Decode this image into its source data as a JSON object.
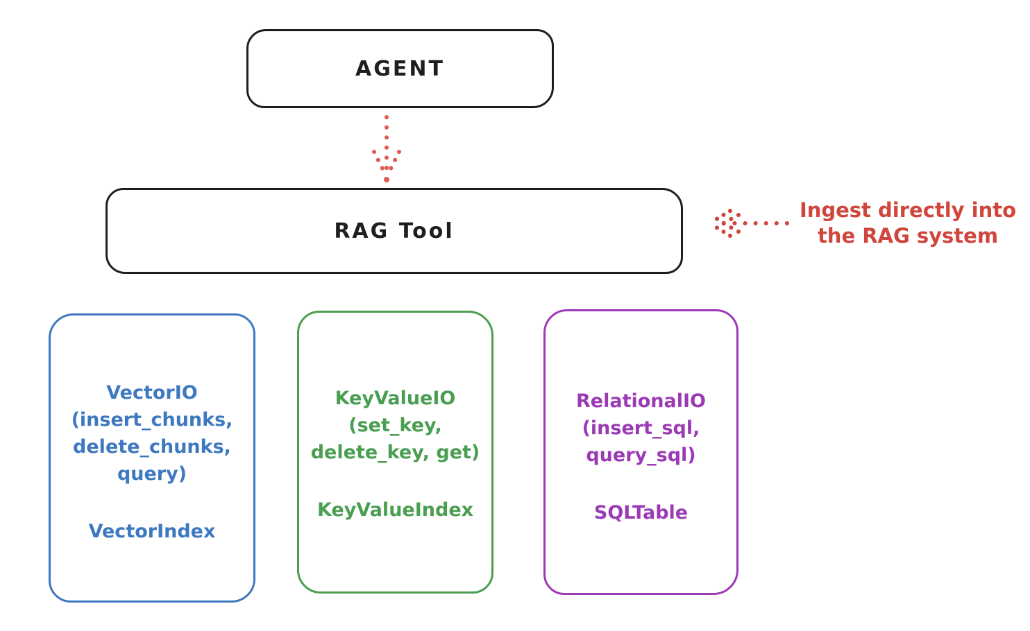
{
  "agent": {
    "label": "AGENT"
  },
  "rag_tool": {
    "label": "RAG Tool"
  },
  "annotation": {
    "line1": "Ingest directly into",
    "line2": "the RAG system",
    "color": "#d0453c"
  },
  "arrows": [
    {
      "name": "agent-to-ragtool",
      "style": "dotted",
      "direction": "down",
      "color": "#e05a52"
    },
    {
      "name": "ingest-into-ragtool",
      "style": "dotted",
      "direction": "left",
      "color": "#d0453c"
    }
  ],
  "backends": [
    {
      "title": "VectorIO",
      "lines": [
        "VectorIO",
        "(insert_chunks,",
        "delete_chunks,",
        "query)"
      ],
      "index": "VectorIndex",
      "color": "#3d78c0"
    },
    {
      "title": "KeyValueIO",
      "lines": [
        "KeyValueIO",
        "(set_key,",
        "delete_key, get)"
      ],
      "index": "KeyValueIndex",
      "color": "#4a9e51"
    },
    {
      "title": "RelationalIO",
      "lines": [
        "RelationalIO",
        "(insert_sql,",
        "query_sql)"
      ],
      "index": "SQLTable",
      "color": "#9b3ab5"
    }
  ],
  "colors": {
    "stroke": "#1e1e1e",
    "background": "#ffffff"
  }
}
